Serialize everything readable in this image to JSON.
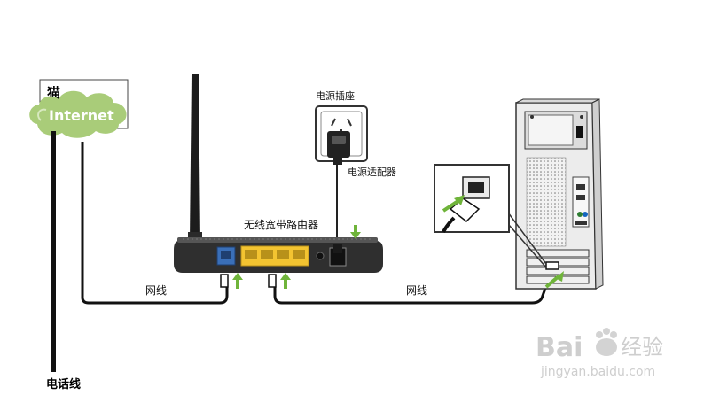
{
  "labels": {
    "modem": "猫",
    "internet": "Internet",
    "phone_line": "电话线",
    "network_cable_left": "网线",
    "network_cable_right": "网线",
    "router": "无线宽带路由器",
    "power_socket": "电源插座",
    "power_adapter": "电源适配器"
  },
  "watermark": {
    "brand": "Bai",
    "brand_cn": "经验",
    "url": "jingyan.baidu.com"
  },
  "colors": {
    "cloud": "#a9cc79",
    "arrow": "#6fb43a",
    "router_body": "#2f2f2f",
    "lan_ports": "#f3c431",
    "wan_port": "#3a6fb8",
    "cable": "#111111"
  },
  "icons": [
    "antenna-icon",
    "power-plug-icon",
    "ethernet-plug-icon",
    "up-arrow-icon",
    "down-arrow-icon",
    "baidu-paw-icon"
  ]
}
